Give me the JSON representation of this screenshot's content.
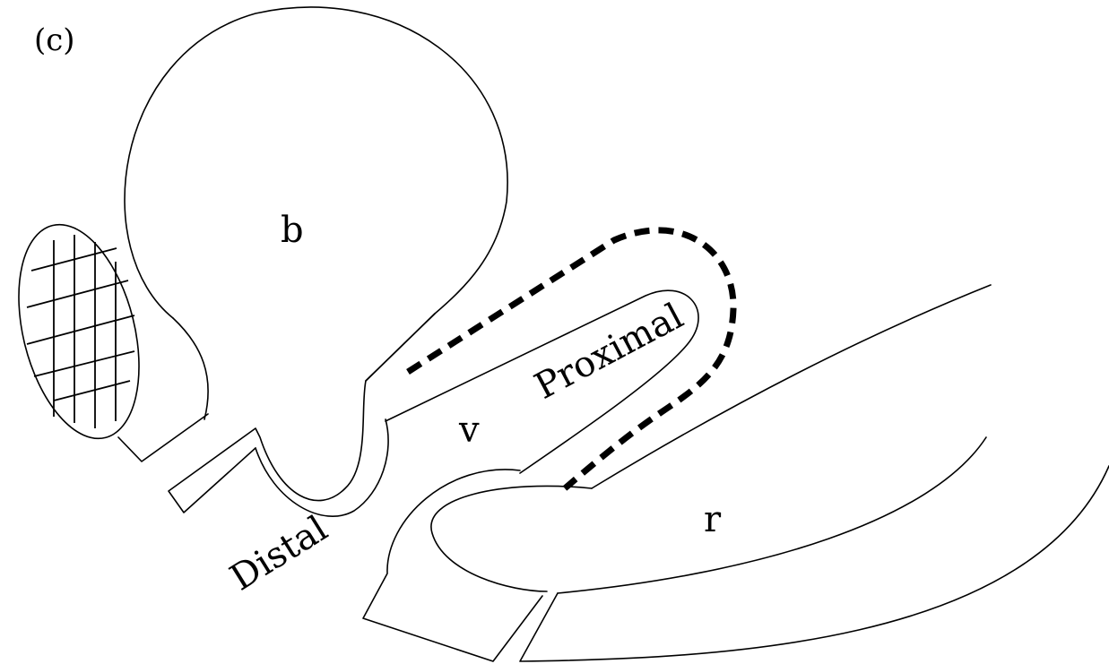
{
  "figure": {
    "panel_label": "(c)",
    "labels": {
      "b": "b",
      "v": "v",
      "r": "r",
      "proximal": "Proximal",
      "distal": "Distal"
    }
  },
  "colors": {
    "line": "#000000",
    "background": "#ffffff"
  }
}
